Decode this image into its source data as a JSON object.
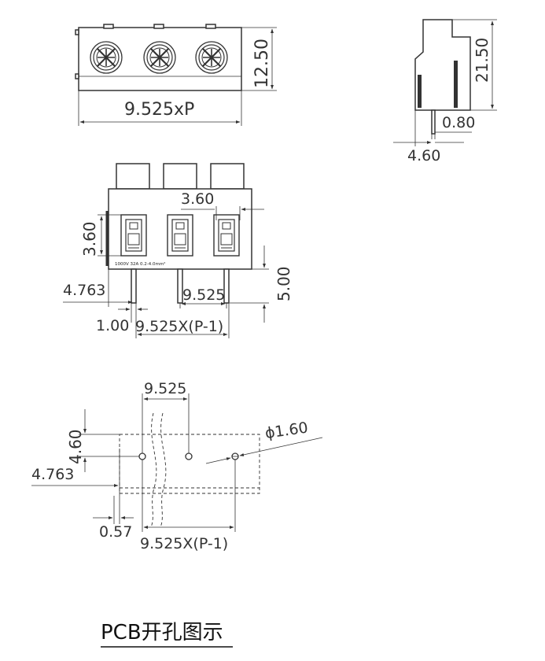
{
  "colors": {
    "line": "#333333",
    "text": "#333333",
    "background": "#ffffff"
  },
  "top_view": {
    "height_label": "12.50",
    "width_label": "9.525xP"
  },
  "side_view": {
    "height_label": "21.50",
    "pin_width_label": "0.80",
    "pin_offset_label": "4.60"
  },
  "front_view": {
    "window_pitch_label": "3.60",
    "window_height_label": "3.60",
    "pin_length_label": "5.00",
    "edge_offset_label": "4.763",
    "pitch_label": "9.525",
    "pin_width_label": "1.00",
    "total_pitch_label": "9.525X(P-1)",
    "rating_text": "1000V  32A  0.2-4.0mm²"
  },
  "pcb_view": {
    "pitch_label": "9.525",
    "hole_diameter_label": "ϕ1.60",
    "row_offset_label": "4.60",
    "edge_offset_label": "4.763",
    "edge_gap_label": "0.57",
    "total_pitch_label": "9.525X(P-1)",
    "caption": "PCB开孔图示"
  }
}
